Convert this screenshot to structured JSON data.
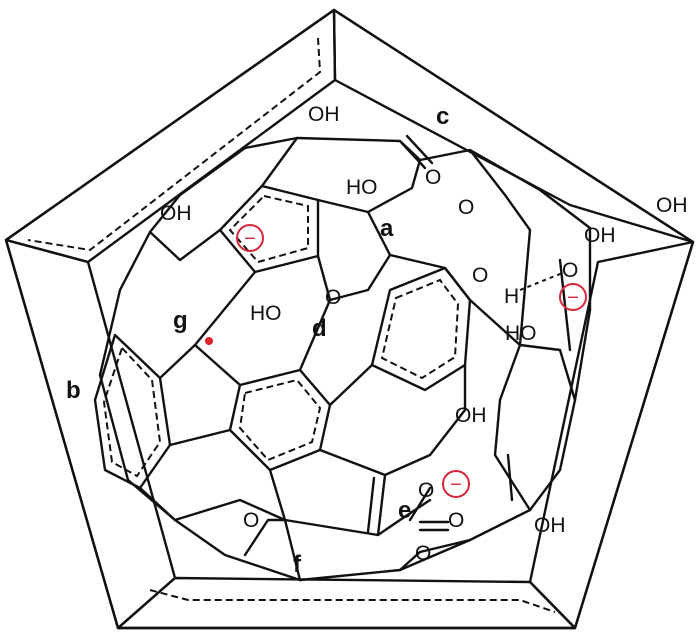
{
  "labels": {
    "oh": "OH",
    "ho": "HO",
    "o": "O",
    "h": "H",
    "site_a": "a",
    "site_b": "b",
    "site_c": "c",
    "site_d": "d",
    "site_e": "e",
    "site_f": "f",
    "site_g": "g"
  },
  "charge_symbol": "−",
  "colors": {
    "line": "#111111",
    "charge": "#d7263d",
    "radical": "#e0202c",
    "background": "#ffffff"
  }
}
